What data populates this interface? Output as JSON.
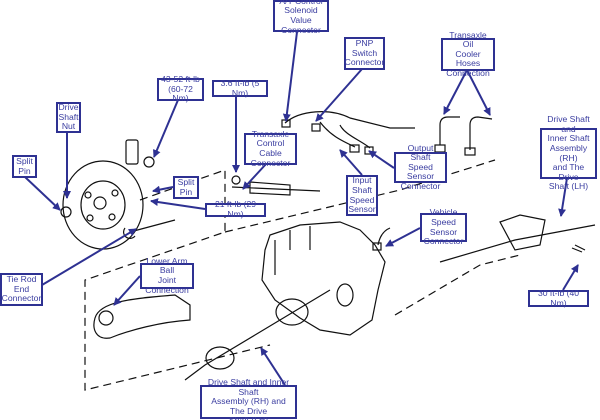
{
  "colors": {
    "callout": "#2e3192",
    "line_art": "#111111"
  },
  "labels": {
    "at_control": "A/T Control\nSolenoid Value\nConnector",
    "pnp": "PNP\nSwitch\nConnector",
    "oil_cooler": "Transaxle Oil\nCooler Hoses\nConnection",
    "torque_43_52": "43-52 ft-lb\n(60-72 Nm)",
    "torque_3_6": "3.6 ft-lb (5 Nm)",
    "drive_shaft_nut": "Drive\nShaft\nNut",
    "split_pin_left": "Split\nPin",
    "control_cable": "Transaxle\nControl Cable\nConnector",
    "split_pin_right": "Split\nPin",
    "torque_21": "21 ft-lb (29 Nm)",
    "output_sensor": "Output Shaft\nSpeed Sensor\nConnector",
    "input_sensor": "Input\nShaft\nSpeed\nSensor",
    "drive_shaft_right": "Drive Shaft and\nInner Shaft\nAssembly (RH)\nand The Drive\nShaft (LH)",
    "vehicle_speed": "Vehicle Speed\nSensor\nConnector",
    "tie_rod": "Tie Rod\nEnd\nConnector",
    "lower_arm": "Lower Arm Ball\nJoint Connection",
    "torque_30": "30 ft-lb (40 Nm)",
    "drive_shaft_bottom": "Drive Shaft  and Inner Shaft\nAssembly (RH) and The Drive\nShaft (LH)"
  }
}
